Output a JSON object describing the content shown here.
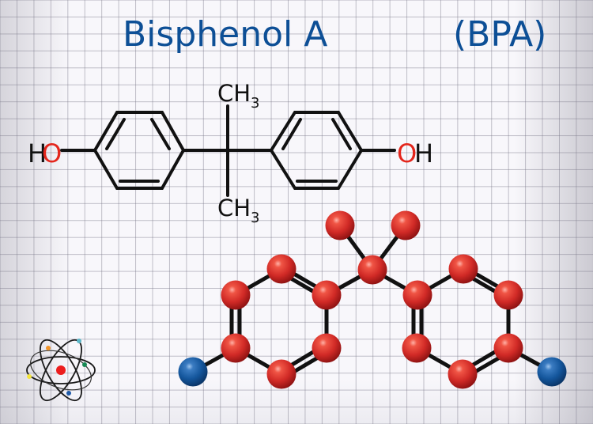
{
  "title": {
    "name": "Bisphenol A",
    "abbreviation": "(BPA)",
    "color": "#0d4f96"
  },
  "structural_formula": {
    "left_group": {
      "h": "H",
      "o": "O"
    },
    "right_group": {
      "o": "O",
      "h": "H"
    },
    "top_methyl": {
      "c": "CH",
      "sub": "3"
    },
    "bottom_methyl": {
      "c": "CH",
      "sub": "3"
    },
    "bond_color": "#111111",
    "oxygen_color": "#e4261c"
  },
  "ball_and_stick": {
    "carbon_color": "#d42a2a",
    "oxygen_color": "#13579b",
    "carbon_count": 15,
    "oxygen_count": 2
  },
  "icons": {
    "atom": "atom-icon"
  }
}
